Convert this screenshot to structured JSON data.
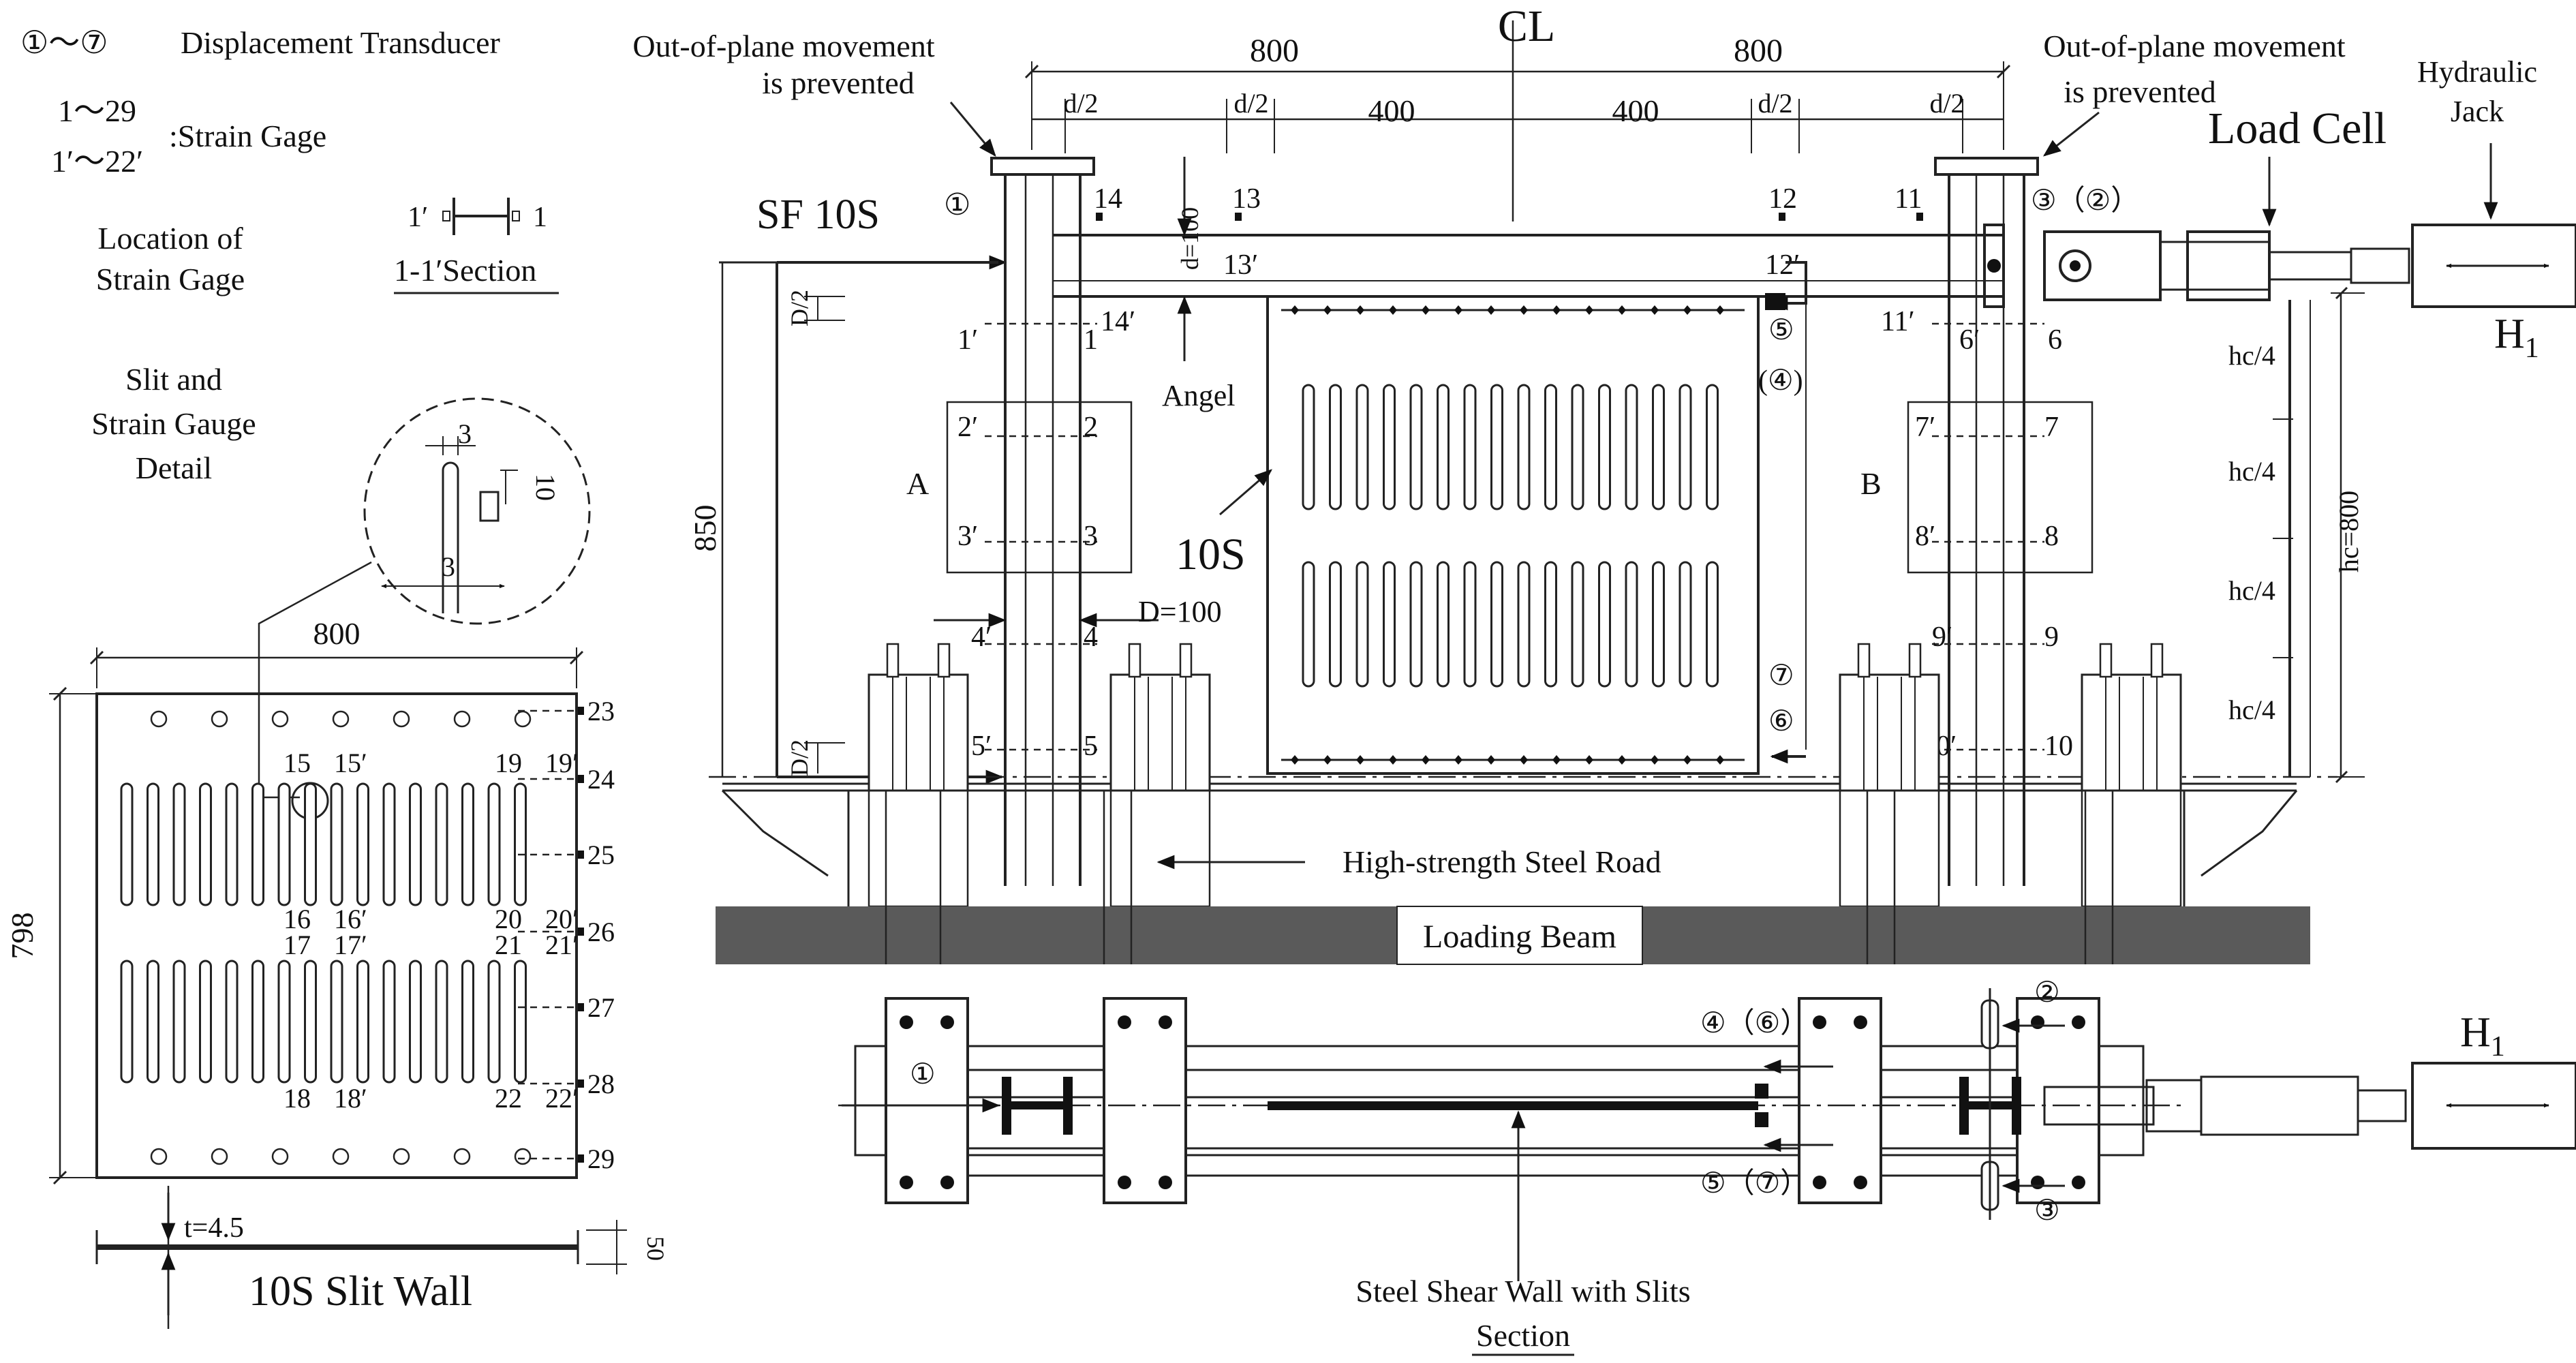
{
  "legend": {
    "transducer_symbols": "①～⑦",
    "transducer_text": "Displacement Transducer",
    "gage_range_1": "1～29",
    "gage_range_2": "1′～22′",
    "gage_text": ":Strain Gage",
    "location_line1": "Location of",
    "location_line2": "Strain Gage",
    "section_left": "1′",
    "section_right": "1",
    "section_caption": "1-1′Section",
    "slit_line1": "Slit and",
    "slit_line2": "Strain Gauge",
    "slit_line3": "Detail",
    "detail_dim_top": "3",
    "detail_dim_side": "10",
    "detail_dim_bottom": "3"
  },
  "slit_wall": {
    "width_label": "800",
    "height_label": "798",
    "thickness_label": "t=4.5",
    "depth_label": "50",
    "caption": "10S Slit Wall",
    "right_gages": [
      "23",
      "24",
      "25",
      "26",
      "27",
      "28",
      "29"
    ],
    "gage_pairs": [
      {
        "a": "15",
        "b": "15′"
      },
      {
        "a": "19",
        "b": "19′"
      },
      {
        "a": "16",
        "b": "16′"
      },
      {
        "a": "20",
        "b": "20′"
      },
      {
        "a": "17",
        "b": "17′"
      },
      {
        "a": "21",
        "b": "21′"
      },
      {
        "a": "18",
        "b": "18′"
      },
      {
        "a": "22",
        "b": "22′"
      }
    ]
  },
  "elevation": {
    "cl_label": "CL",
    "dim_left": "800",
    "dim_right": "800",
    "d2_labels": [
      "d/2",
      "d/2",
      "d/2",
      "d/2"
    ],
    "dim_400_left": "400",
    "dim_400_right": "400",
    "oop_left_1": "Out-of-plane movement",
    "oop_left_2": "is prevented",
    "oop_right_1": "Out-of-plane movement",
    "oop_right_2": "is prevented",
    "hydraulic_1": "Hydraulic",
    "hydraulic_2": "Jack",
    "load_cell": "Load Cell",
    "h1": "H",
    "h1_sub": "1",
    "specimen": "SF 10S",
    "wall_label": "10S",
    "angel": "Angel",
    "d100": "d=100",
    "D100": "D=100",
    "D2_top": "D/2",
    "D2_bottom": "D/2",
    "height_850": "850",
    "zone_a": "A",
    "zone_b": "B",
    "hc4": [
      "hc/4",
      "hc/4",
      "hc/4",
      "hc/4"
    ],
    "hc800": "hc=800",
    "rod_label": "High-strength Steel Road",
    "beam_label": "Loading Beam",
    "transducers": {
      "t1": "①",
      "t3": "③（②）",
      "t5": "⑤",
      "t4": "(④)",
      "t7": "⑦",
      "t6": "⑥"
    },
    "gages": {
      "g14": "14",
      "g13": "13",
      "g12": "12",
      "g11": "11",
      "g13p": "13′",
      "g12p": "12′",
      "g14p": "14′",
      "g11p": "11′",
      "g1p": "1′",
      "g1": "1",
      "g6p": "6′",
      "g6": "6",
      "g2p": "2′",
      "g2": "2",
      "g3p": "3′",
      "g3": "3",
      "g7p": "7′",
      "g7": "7",
      "g8p": "8′",
      "g8": "8",
      "g4p": "4′",
      "g4": "4",
      "g9p": "9′",
      "g9": "9",
      "g5p": "5′",
      "g5": "5",
      "g10p": "10′",
      "g10": "10"
    }
  },
  "plan": {
    "t1": "①",
    "t2": "②",
    "t3": "③",
    "t4_6": "④（⑥）",
    "t5_7": "⑤（⑦）",
    "h1": "H",
    "h1_sub": "1",
    "wall_label": "Steel Shear Wall with Slits",
    "section_label": "Section"
  }
}
